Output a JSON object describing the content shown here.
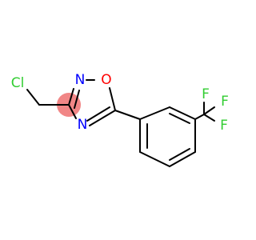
{
  "molecule": {
    "atoms": [
      {
        "id": "Cl",
        "label": "Cl",
        "color": "#32cd32"
      },
      {
        "id": "N2",
        "label": "N",
        "color": "#0000ff"
      },
      {
        "id": "O1",
        "label": "O",
        "color": "#ff0000"
      },
      {
        "id": "N4",
        "label": "N",
        "color": "#0000ff"
      },
      {
        "id": "F1",
        "label": "F",
        "color": "#32cd32"
      },
      {
        "id": "F2",
        "label": "F",
        "color": "#32cd32"
      },
      {
        "id": "F3",
        "label": "F",
        "color": "#32cd32"
      }
    ],
    "highlight_color": "#f08080",
    "bond_color": "#000000"
  }
}
